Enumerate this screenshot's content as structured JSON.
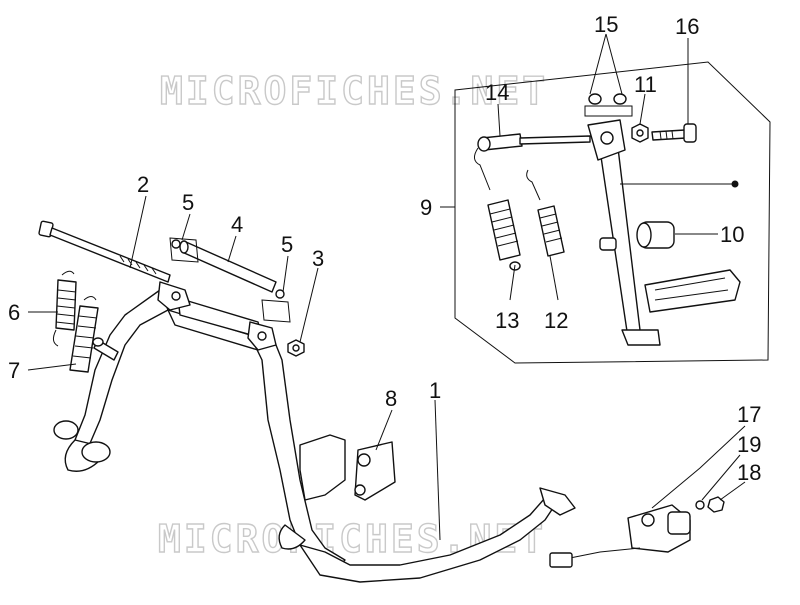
{
  "watermark": {
    "text_top": "MICROFICHES.NET",
    "text_bottom": "MICROFICHES.NET"
  },
  "callouts": [
    {
      "id": "1",
      "label": "1"
    },
    {
      "id": "2",
      "label": "2"
    },
    {
      "id": "3",
      "label": "3"
    },
    {
      "id": "4",
      "label": "4"
    },
    {
      "id": "5a",
      "label": "5"
    },
    {
      "id": "5b",
      "label": "5"
    },
    {
      "id": "6",
      "label": "6"
    },
    {
      "id": "7",
      "label": "7"
    },
    {
      "id": "8",
      "label": "8"
    },
    {
      "id": "9",
      "label": "9"
    },
    {
      "id": "10",
      "label": "10"
    },
    {
      "id": "11",
      "label": "11"
    },
    {
      "id": "12",
      "label": "12"
    },
    {
      "id": "13",
      "label": "13"
    },
    {
      "id": "14",
      "label": "14"
    },
    {
      "id": "15",
      "label": "15"
    },
    {
      "id": "16",
      "label": "16"
    },
    {
      "id": "17",
      "label": "17"
    },
    {
      "id": "18",
      "label": "18"
    },
    {
      "id": "19",
      "label": "19"
    }
  ],
  "colors": {
    "line": "#111111",
    "watermark_outline": "#c9c9c9",
    "background": "#ffffff"
  }
}
